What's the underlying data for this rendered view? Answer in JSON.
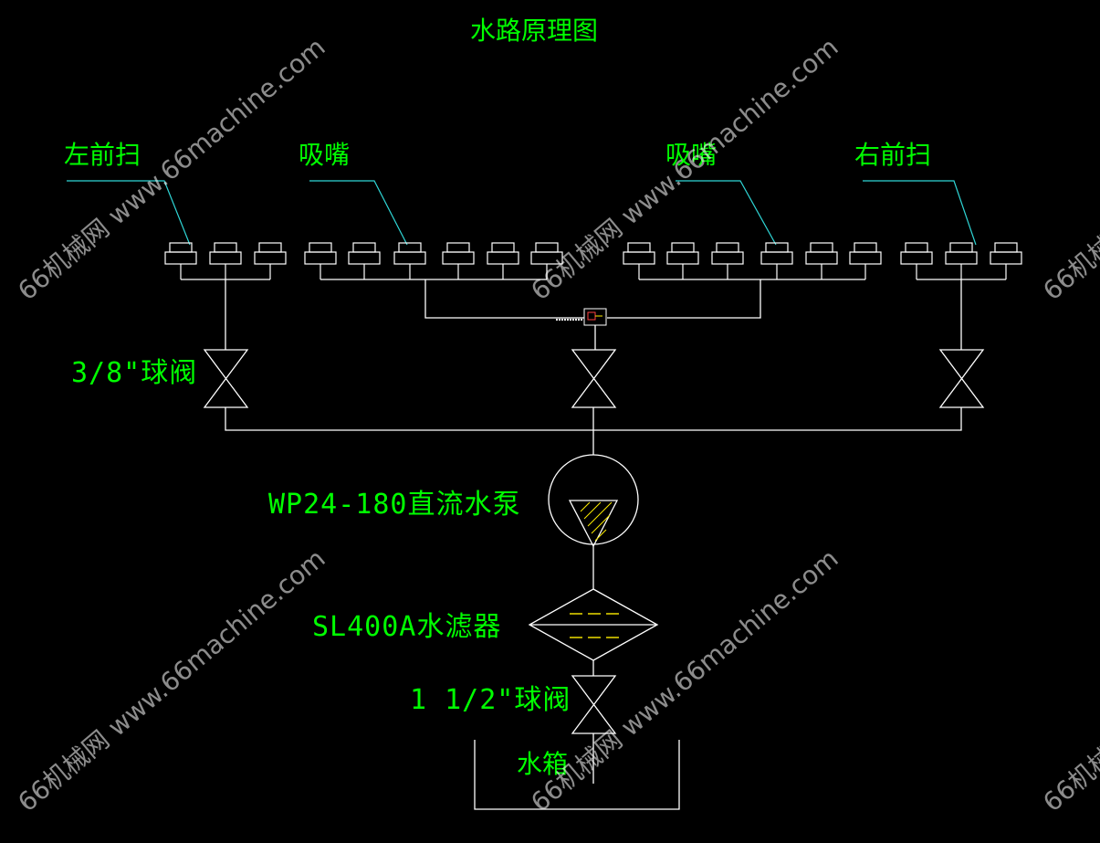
{
  "title": "水路原理图",
  "labels": {
    "left_front_sweep": "左前扫",
    "suction_nozzle_left": "吸嘴",
    "suction_nozzle_right": "吸嘴",
    "right_front_sweep": "右前扫",
    "ball_valve_3_8": "3/8\"球阀",
    "pump": "WP24-180直流水泵",
    "filter": "SL400A水滤器",
    "ball_valve_1_1_2": "1 1/2\"球阀",
    "water_tank": "水箱"
  },
  "watermark": "66机械网 www.66machine.com",
  "colors": {
    "background": "#000000",
    "label": "#00ff00",
    "line": "#ffffff",
    "leader": "#2fd6d6",
    "accent": "#ffee00"
  }
}
